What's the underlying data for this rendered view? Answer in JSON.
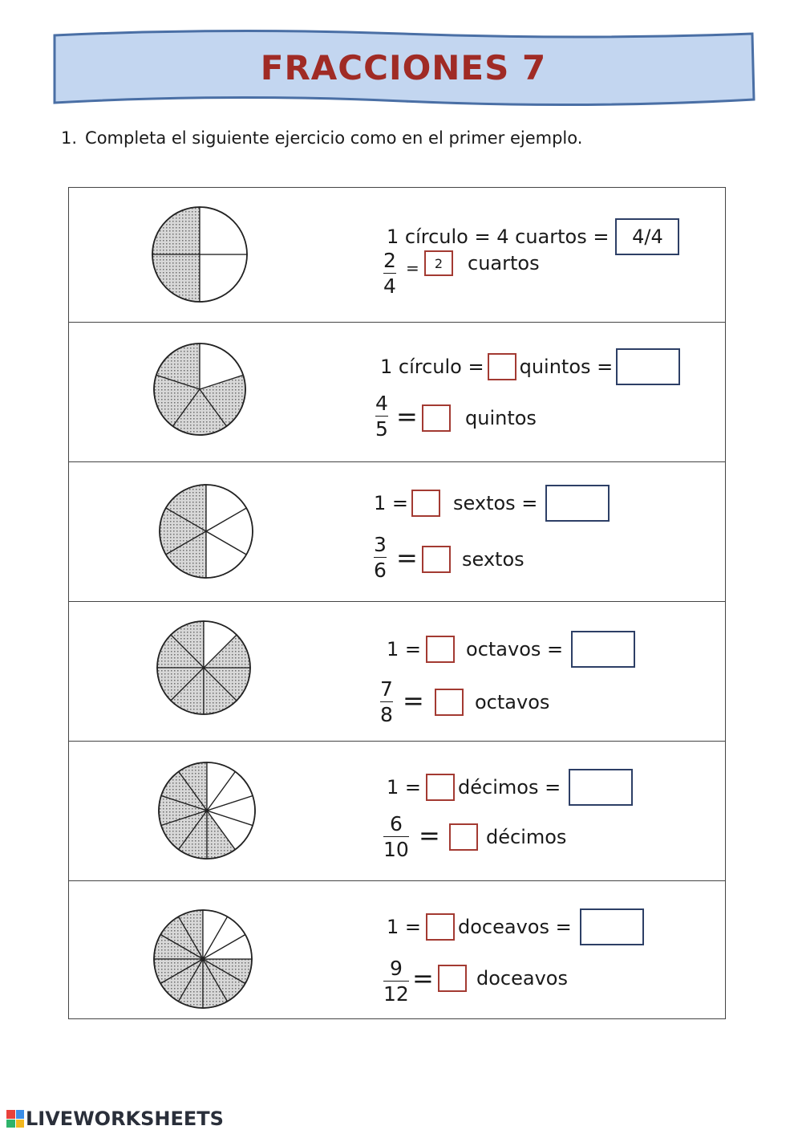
{
  "header": {
    "title": "FRACCIONES 7"
  },
  "instruction": {
    "number": "1.",
    "text": "Completa el siguiente ejercicio como en el primer ejemplo."
  },
  "colors": {
    "banner_fill": "#c3d6f0",
    "banner_stroke": "#4a6fa5",
    "title": "#a02b25",
    "answer_box_red": "#a33a32",
    "answer_box_blue": "#2d3f66"
  },
  "rows": [
    {
      "pie_parts": 4,
      "pie_shaded": 2,
      "line1": {
        "prefix": "1 círculo = 4 cuartos =",
        "box_value": "4/4"
      },
      "fraction": {
        "num": "2",
        "den": "4"
      },
      "eq": "=",
      "small_box_value": "2",
      "unit": "cuartos"
    },
    {
      "pie_parts": 5,
      "pie_shaded": 4,
      "line1": {
        "prefix": "1 círculo =",
        "middle": "quintos ="
      },
      "fraction": {
        "num": "4",
        "den": "5"
      },
      "eq": "=",
      "unit": "quintos"
    },
    {
      "pie_parts": 6,
      "pie_shaded": 3,
      "line1": {
        "prefix": "1 =",
        "middle": "sextos ="
      },
      "fraction": {
        "num": "3",
        "den": "6"
      },
      "eq": "=",
      "unit": "sextos"
    },
    {
      "pie_parts": 8,
      "pie_shaded": 7,
      "line1": {
        "prefix": "1 =",
        "middle": "octavos ="
      },
      "fraction": {
        "num": "7",
        "den": "8"
      },
      "eq": "=",
      "unit": "octavos"
    },
    {
      "pie_parts": 10,
      "pie_shaded": 6,
      "line1": {
        "prefix": "1 =",
        "middle": "décimos ="
      },
      "fraction": {
        "num": "6",
        "den": "10"
      },
      "eq": "=",
      "unit": "décimos"
    },
    {
      "pie_parts": 12,
      "pie_shaded": 9,
      "line1": {
        "prefix": "1 =",
        "middle": "doceavos ="
      },
      "fraction": {
        "num": "9",
        "den": "12"
      },
      "eq": "=",
      "unit": "doceavos"
    }
  ],
  "footer": {
    "brand": "LIVEWORKSHEETS"
  }
}
